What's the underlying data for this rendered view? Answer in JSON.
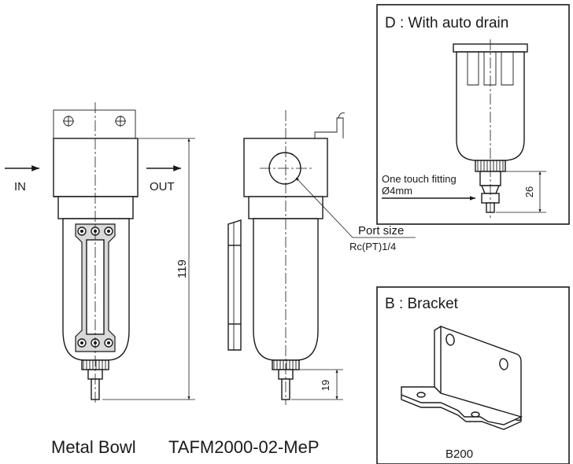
{
  "front_view": {
    "in_label": "IN",
    "out_label": "OUT",
    "height_dim": "119"
  },
  "side_view": {
    "port_size_label": "Port size",
    "port_size_value": "Rc(PT)1/4",
    "drain_dim": "19"
  },
  "caption": {
    "left": "Metal Bowl",
    "right": "TAFM2000-02-MeP"
  },
  "auto_drain_panel": {
    "title": "D : With auto drain",
    "fitting_label": "One touch fitting",
    "fitting_size": "Ø4mm",
    "dim": "26"
  },
  "bracket_panel": {
    "title": "B : Bracket",
    "model": "B200"
  }
}
